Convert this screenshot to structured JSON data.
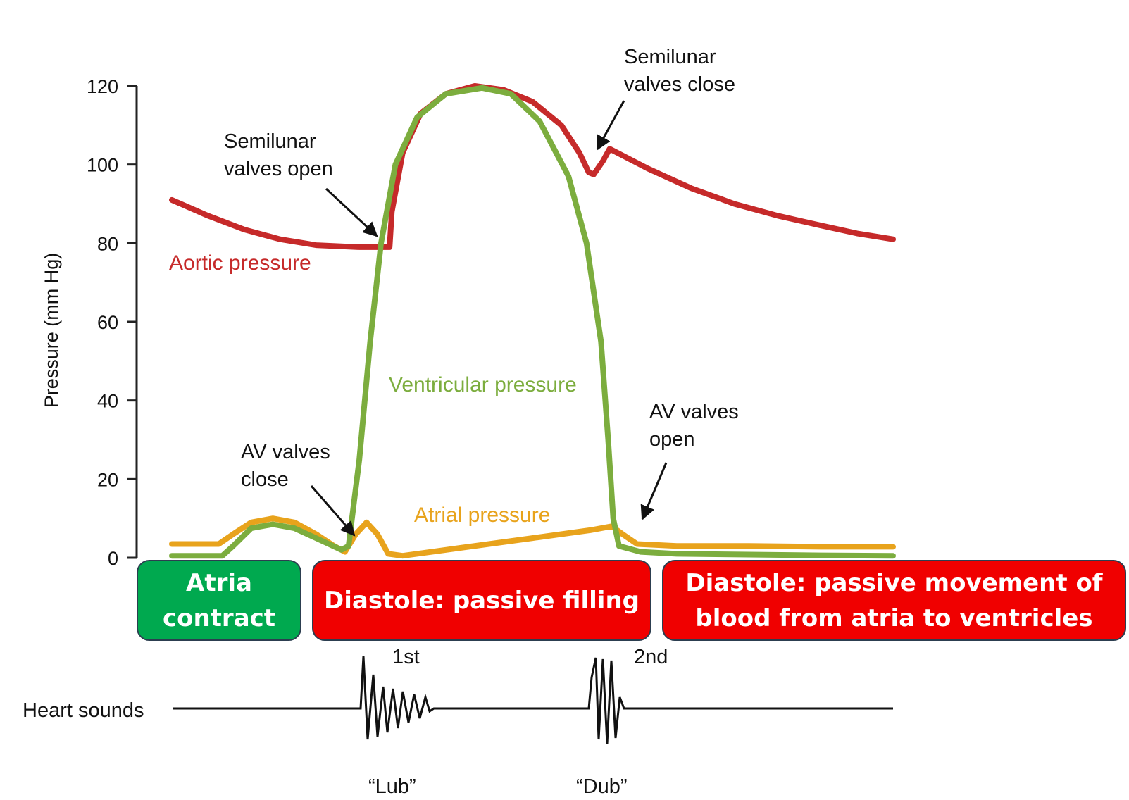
{
  "chart_data": {
    "type": "line",
    "ylabel": "Pressure (mm Hg)",
    "xlabel": "",
    "ylim": [
      0,
      120
    ],
    "yticks": [
      0,
      20,
      40,
      60,
      80,
      100,
      120
    ],
    "x_unit": "fraction of cardiac cycle shown",
    "series": [
      {
        "name": "Aortic pressure",
        "color": "#c62a2a",
        "points": [
          [
            0.0,
            91
          ],
          [
            0.05,
            87
          ],
          [
            0.1,
            83.5
          ],
          [
            0.15,
            81
          ],
          [
            0.2,
            79.5
          ],
          [
            0.26,
            79
          ],
          [
            0.295,
            79
          ],
          [
            0.302,
            79
          ],
          [
            0.305,
            88
          ],
          [
            0.32,
            103
          ],
          [
            0.345,
            113
          ],
          [
            0.38,
            118
          ],
          [
            0.42,
            120
          ],
          [
            0.46,
            119
          ],
          [
            0.5,
            116
          ],
          [
            0.54,
            110
          ],
          [
            0.565,
            103
          ],
          [
            0.578,
            98
          ],
          [
            0.585,
            97.5
          ],
          [
            0.598,
            101
          ],
          [
            0.607,
            104
          ],
          [
            0.66,
            99
          ],
          [
            0.72,
            94
          ],
          [
            0.78,
            90
          ],
          [
            0.84,
            87
          ],
          [
            0.9,
            84.5
          ],
          [
            0.95,
            82.5
          ],
          [
            1.0,
            81
          ]
        ]
      },
      {
        "name": "Ventricular pressure",
        "color": "#7cad3e",
        "points": [
          [
            0.0,
            0.5
          ],
          [
            0.07,
            0.5
          ],
          [
            0.085,
            3
          ],
          [
            0.11,
            7.5
          ],
          [
            0.14,
            8.5
          ],
          [
            0.17,
            7.5
          ],
          [
            0.2,
            5
          ],
          [
            0.235,
            2
          ],
          [
            0.245,
            3
          ],
          [
            0.26,
            25
          ],
          [
            0.275,
            55
          ],
          [
            0.29,
            80
          ],
          [
            0.31,
            100
          ],
          [
            0.34,
            112
          ],
          [
            0.38,
            118
          ],
          [
            0.43,
            119.5
          ],
          [
            0.47,
            118
          ],
          [
            0.51,
            111
          ],
          [
            0.55,
            97
          ],
          [
            0.575,
            80
          ],
          [
            0.595,
            55
          ],
          [
            0.605,
            30
          ],
          [
            0.612,
            10
          ],
          [
            0.62,
            3
          ],
          [
            0.65,
            1.5
          ],
          [
            0.7,
            1
          ],
          [
            0.8,
            0.8
          ],
          [
            0.9,
            0.6
          ],
          [
            1.0,
            0.5
          ]
        ]
      },
      {
        "name": "Atrial pressure",
        "color": "#e8a31c",
        "points": [
          [
            0.0,
            3.5
          ],
          [
            0.065,
            3.5
          ],
          [
            0.085,
            6
          ],
          [
            0.11,
            9
          ],
          [
            0.14,
            10
          ],
          [
            0.17,
            9
          ],
          [
            0.2,
            6
          ],
          [
            0.225,
            3
          ],
          [
            0.24,
            1.5
          ],
          [
            0.255,
            6
          ],
          [
            0.27,
            9
          ],
          [
            0.285,
            6
          ],
          [
            0.3,
            1
          ],
          [
            0.32,
            0.5
          ],
          [
            0.4,
            2.5
          ],
          [
            0.5,
            5
          ],
          [
            0.58,
            7
          ],
          [
            0.61,
            8
          ],
          [
            0.625,
            6
          ],
          [
            0.645,
            3.5
          ],
          [
            0.7,
            3
          ],
          [
            0.8,
            3
          ],
          [
            0.9,
            2.8
          ],
          [
            1.0,
            2.8
          ]
        ]
      }
    ],
    "annotations": [
      {
        "lines": [
          "Semilunar",
          "valves open"
        ],
        "x": 0.3,
        "y": 79
      },
      {
        "lines": [
          "Semilunar",
          "valves close"
        ],
        "x": 0.59,
        "y": 100
      },
      {
        "lines": [
          "AV valves",
          "close"
        ],
        "x": 0.244,
        "y": 2
      },
      {
        "lines": [
          "AV valves",
          "open"
        ],
        "x": 0.67,
        "y": 9
      }
    ],
    "heart_sounds": {
      "label": "Heart sounds",
      "sounds": [
        {
          "order": "1st",
          "name": "“Lub”",
          "x": 0.3
        },
        {
          "order": "2nd",
          "name": "“Dub”",
          "x": 0.62
        }
      ]
    }
  },
  "phases": [
    {
      "text_lines": [
        "Atria",
        "contract"
      ],
      "color": "#00a94f"
    },
    {
      "text_lines": [
        "Diastole: passive filling"
      ],
      "color": "#f00000"
    },
    {
      "text_lines": [
        "Diastole: passive movement of",
        "blood from atria to ventricles"
      ],
      "color": "#f00000"
    }
  ]
}
